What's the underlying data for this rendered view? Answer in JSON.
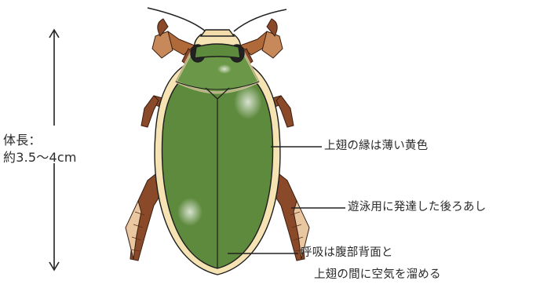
{
  "size_label": {
    "line1": "体長：",
    "line2": "約3.5～4cm"
  },
  "annotations": {
    "elytra_edge": "上翅の縁は薄い黄色",
    "hind_legs": "遊泳用に発達した後ろあし",
    "breathing_line1": "呼吸は腹部背面と",
    "breathing_line2": "上翅の間に空気を溜める"
  },
  "colors": {
    "body_green": "#5e8a3e",
    "body_green_dark": "#4f7733",
    "edge_yellow": "#f6e3b4",
    "leg_brown": "#8a4a2a",
    "leg_light": "#c9895a",
    "outline": "#1e1e1e"
  }
}
